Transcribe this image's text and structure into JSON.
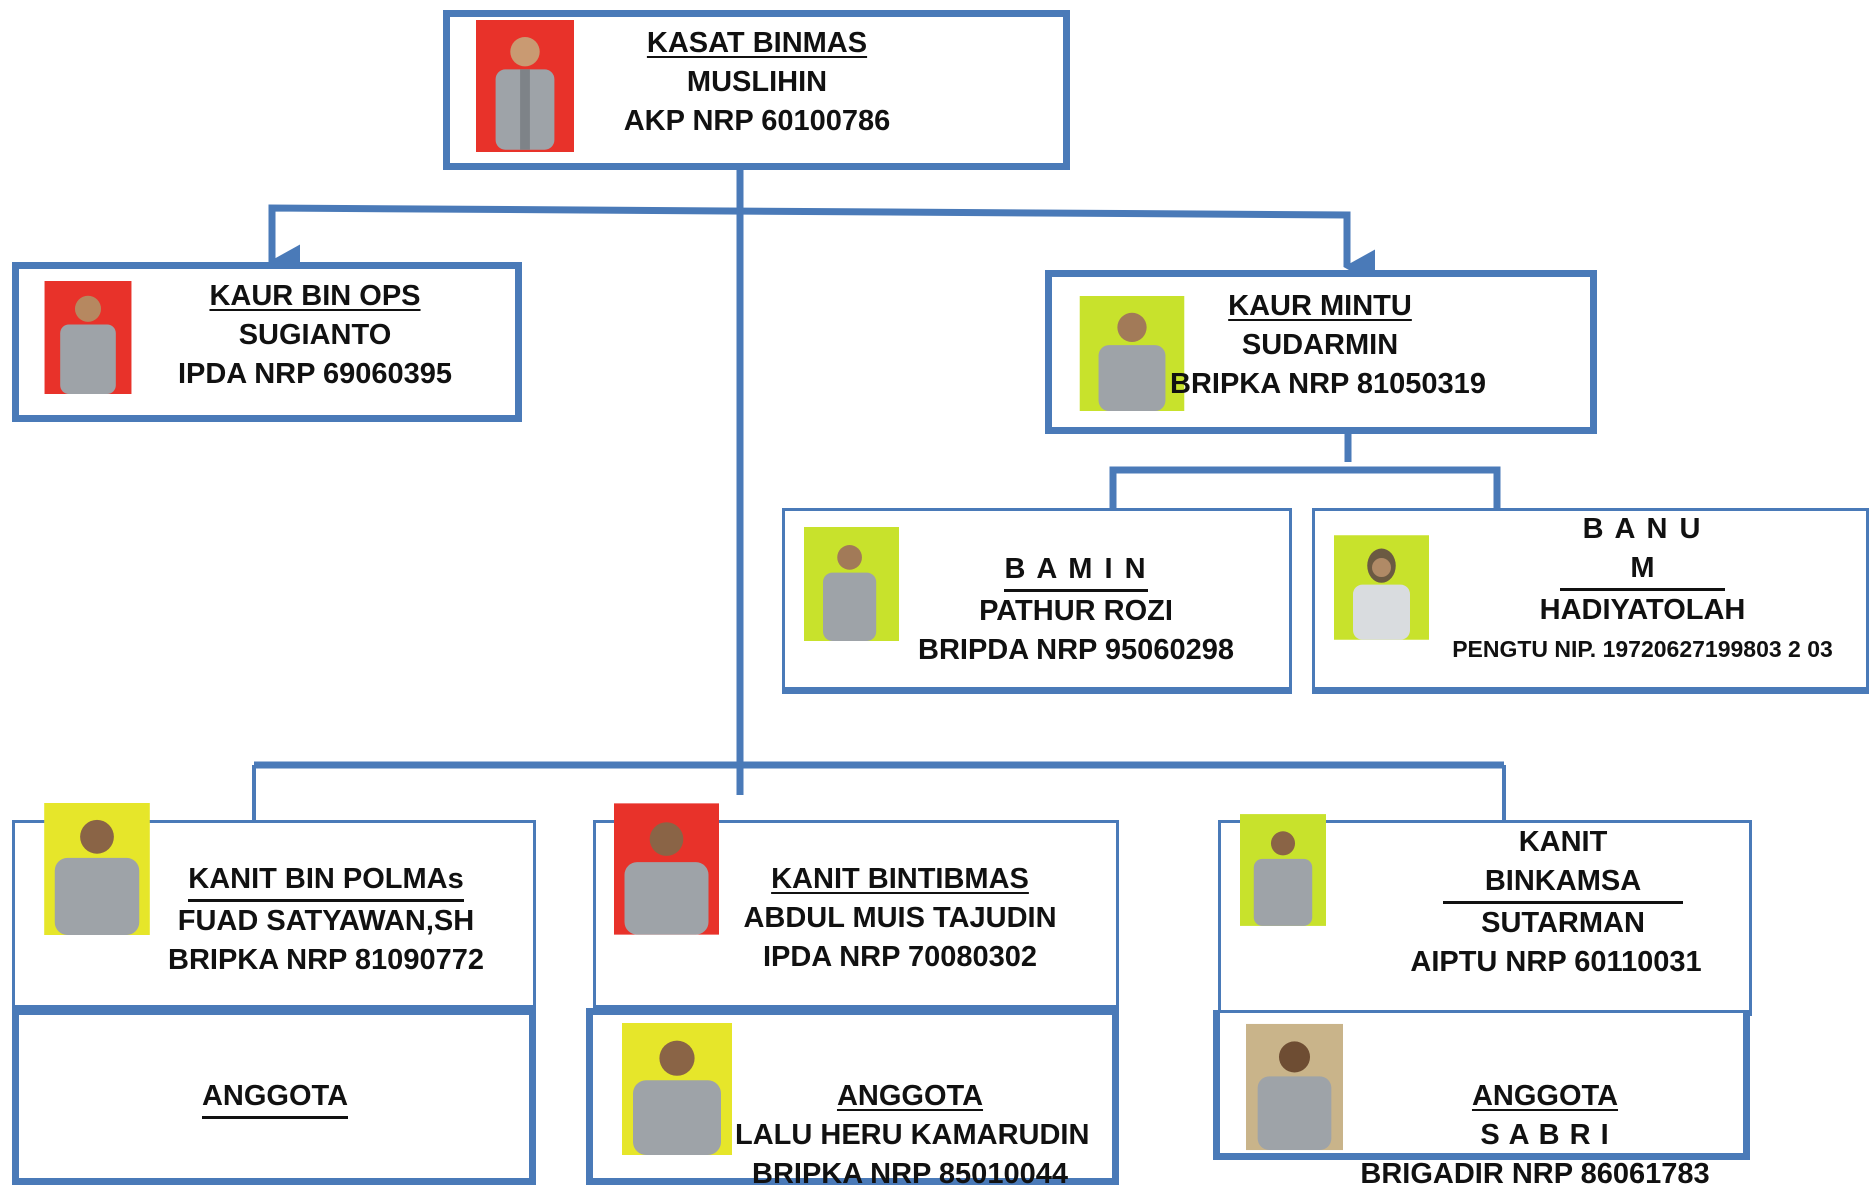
{
  "head": {
    "title": "KASAT BINMAS",
    "name": "MUSLIHIN",
    "rank": "AKP NRP 60100786"
  },
  "kaur_ops": {
    "title": "KAUR BIN OPS",
    "name": "SUGIANTO",
    "rank": "IPDA NRP 69060395"
  },
  "kaur_mintu": {
    "title": "KAUR MINTU",
    "name": "SUDARMIN",
    "rank": "BRIPKA NRP 81050319"
  },
  "bamin": {
    "title": "B A M I N",
    "name": "PATHUR ROZI",
    "rank": "BRIPDA NRP 95060298"
  },
  "banum": {
    "title_line1": "B A N U",
    "title_line2": "M",
    "name": "HADIYATOLAH",
    "rank": "PENGTU NIP. 19720627199803 2 03"
  },
  "kanit_polmas": {
    "title": "KANIT BIN POLMAs",
    "name": "FUAD SATYAWAN,SH",
    "rank": "BRIPKA NRP 81090772"
  },
  "kanit_bintibmas": {
    "title": "KANIT BINTIBMAS",
    "name": "ABDUL MUIS TAJUDIN",
    "rank": "IPDA NRP 70080302"
  },
  "kanit_binkamsa": {
    "title_line1": "KANIT",
    "title_line2": "BINKAMSA",
    "name": "SUTARMAN",
    "rank": "AIPTU NRP 60110031"
  },
  "anggota_polmas": {
    "title": "ANGGOTA"
  },
  "anggota_bintibmas": {
    "title": "ANGGOTA",
    "name": "LALU HERU KAMARUDIN",
    "rank": "BRIPKA NRP 85010044"
  },
  "anggota_binkamsa": {
    "title": "ANGGOTA",
    "name": "S A B R I",
    "rank": "BRIGADIR NRP 86061783"
  },
  "colors": {
    "line": "#4a7ab8",
    "photo_red": "#e8322a",
    "photo_green": "#c8e22c",
    "photo_yellow": "#e6e62a",
    "uniform": "#9ea3a8"
  }
}
